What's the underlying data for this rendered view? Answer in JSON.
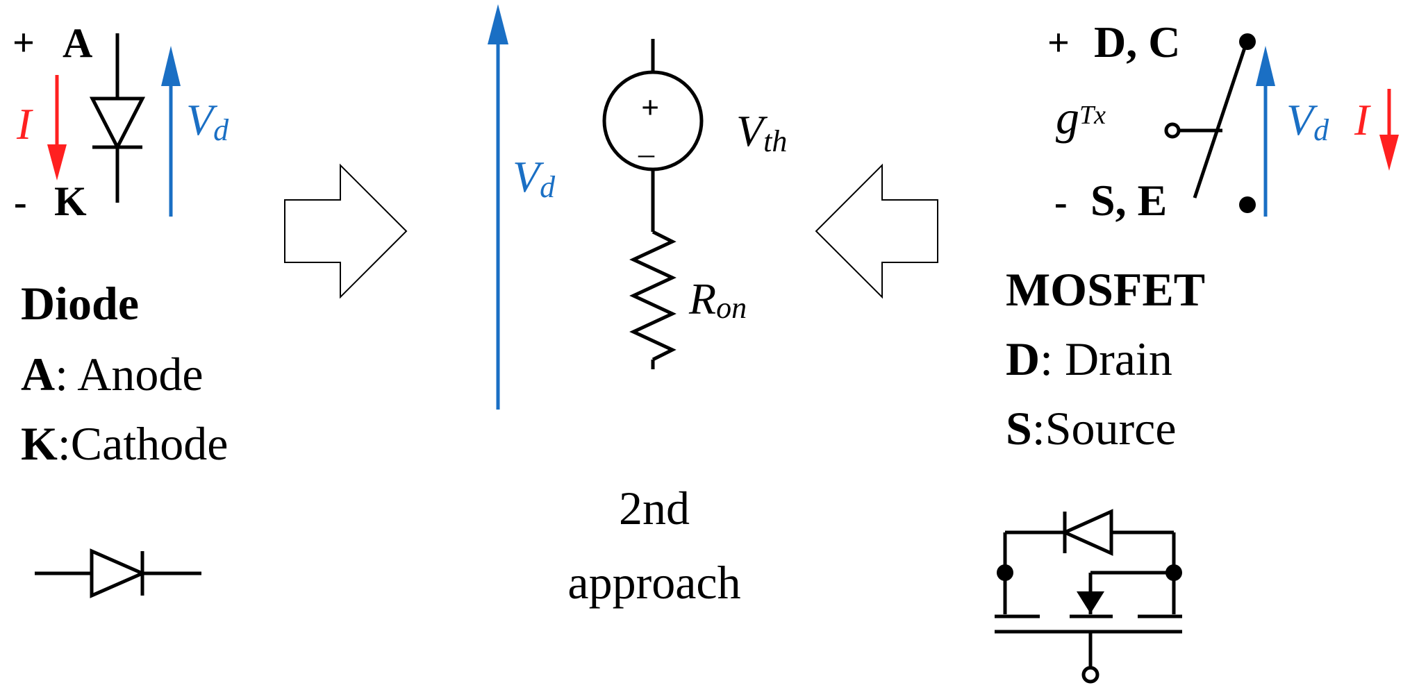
{
  "colors": {
    "line": "#000000",
    "voltage": "#1a6fc4",
    "current": "#ff2020",
    "background": "#ffffff"
  },
  "diode": {
    "plus_sign": "+",
    "anode_letter": "A",
    "minus_sign": "-",
    "cathode_letter": "K",
    "current_symbol": "I",
    "voltage_symbol": "V",
    "voltage_subscript": "d",
    "title": "Diode",
    "legend": [
      {
        "key": "A",
        "text": ": Anode"
      },
      {
        "key": "K",
        "text": ":Cathode"
      }
    ]
  },
  "model": {
    "voltage_symbol": "V",
    "voltage_subscript": "d",
    "source_plus": "+",
    "source_minus": "–",
    "vth_symbol": "V",
    "vth_subscript": "th",
    "r_symbol": "R",
    "r_subscript": "on",
    "caption_line1": "2nd",
    "caption_line2": "approach"
  },
  "mosfet": {
    "plus_sign": "+",
    "top_terminals": "D, C",
    "gate_symbol": "g",
    "gate_subscript": "Tx",
    "minus_sign": "-",
    "bottom_terminals": "S, E",
    "voltage_symbol": "V",
    "voltage_subscript": "d",
    "current_symbol": "I",
    "title": "MOSFET",
    "legend": [
      {
        "key": "D",
        "text": ": Drain"
      },
      {
        "key": "S",
        "text": ":Source"
      }
    ]
  },
  "arrows": {
    "left_block_arrow": "right",
    "right_block_arrow": "left"
  }
}
